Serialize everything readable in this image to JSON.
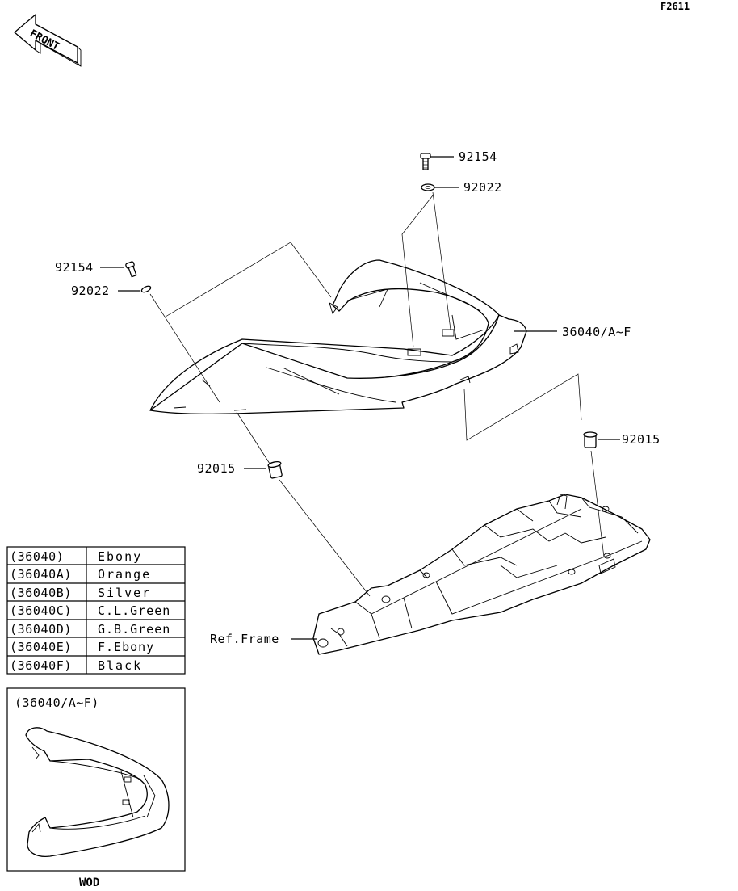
{
  "figure_code": "F2611",
  "front_label": "FRONT",
  "callouts": {
    "bolt_top": "92154",
    "washer_top": "92022",
    "bolt_left": "92154",
    "washer_left": "92022",
    "cover": "36040/A~F",
    "grommet_right": "92015",
    "grommet_left": "92015",
    "frame": "Ref.Frame"
  },
  "color_table": [
    {
      "code": "(36040)",
      "color": "Ebony"
    },
    {
      "code": "(36040A)",
      "color": "Orange"
    },
    {
      "code": "(36040B)",
      "color": "Silver"
    },
    {
      "code": "(36040C)",
      "color": "C.L.Green"
    },
    {
      "code": "(36040D)",
      "color": "G.B.Green"
    },
    {
      "code": "(36040E)",
      "color": "F.Ebony"
    },
    {
      "code": "(36040F)",
      "color": "Black"
    }
  ],
  "inset": {
    "title": "(36040/A~F)",
    "caption": "WOD"
  }
}
